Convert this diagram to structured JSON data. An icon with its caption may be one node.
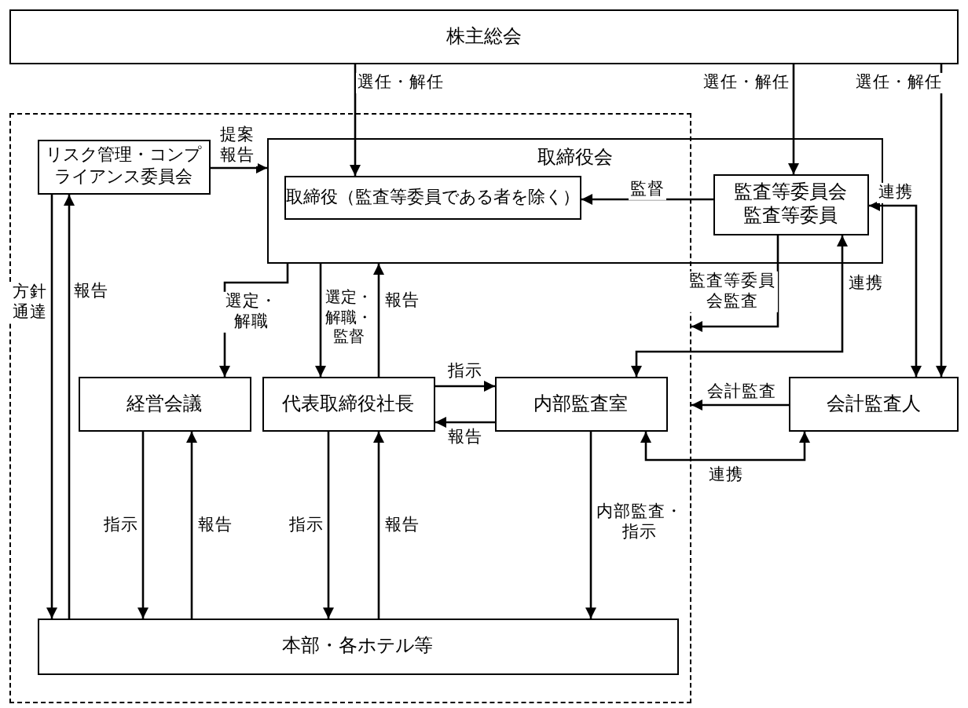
{
  "diagram": {
    "nodes": [
      {
        "text": [
          "株主総会"
        ]
      },
      {
        "text": [],
        "shape": "box"
      },
      {
        "text": [
          "リスク管理・コンプライアンス委員会"
        ],
        "in": 1
      },
      {
        "text": [
          "取締役会"
        ]
      },
      {
        "text": [
          "取締役（監査等委員である者を除く）"
        ]
      },
      {
        "text": [
          "監査等委員会",
          "監査等委員"
        ],
        "in": 3
      },
      {
        "text": [
          "経営会議"
        ],
        "in": 1
      },
      {
        "text": [
          "代表取締役社長"
        ],
        "in": 1
      },
      {
        "text": [
          "内部監査室"
        ],
        "in": 1
      },
      {
        "text": [
          "会計監査人"
        ]
      },
      {
        "text": [
          "本部・各ホテル等"
        ],
        "in": 1
      }
    ],
    "edges": [
      {
        "from": 0,
        "to": 4,
        "arrow": "to",
        "label": "選任・解任"
      },
      {
        "from": 0,
        "to": 5,
        "arrow": "to",
        "label": "選任・解任"
      },
      {
        "from": 0,
        "to": 9,
        "arrow": "to",
        "label": "選任・解任"
      },
      {
        "from": 2,
        "to": 3,
        "arrow": "to",
        "label": "提案報告"
      },
      {
        "from": 5,
        "to": 4,
        "arrow": "to",
        "label": "監督"
      },
      {
        "from": 5,
        "to": 9,
        "arrow": "both",
        "label": "連携"
      },
      {
        "from": 5,
        "to": 8,
        "arrow": "both",
        "label": "連携"
      },
      {
        "from": 5,
        "to": 1,
        "arrow": "to",
        "label": "監査等委員会監査"
      },
      {
        "from": 9,
        "to": 1,
        "arrow": "to",
        "label": "会計監査"
      },
      {
        "from": 8,
        "to": 9,
        "arrow": "both",
        "label": "連携"
      },
      {
        "from": 3,
        "to": 6,
        "arrow": "to",
        "label": "選定・解職"
      },
      {
        "from": 3,
        "to": 7,
        "arrow": "to",
        "label": "選定・解職・監督"
      },
      {
        "from": 7,
        "to": 3,
        "arrow": "to",
        "label": "報告"
      },
      {
        "from": 7,
        "to": 8,
        "arrow": "to",
        "label": "指示"
      },
      {
        "from": 8,
        "to": 7,
        "arrow": "to",
        "label": "報告"
      },
      {
        "from": 6,
        "to": 10,
        "arrow": "to",
        "label": "指示"
      },
      {
        "from": 10,
        "to": 6,
        "arrow": "to",
        "label": "報告"
      },
      {
        "from": 7,
        "to": 10,
        "arrow": "to",
        "label": "指示"
      },
      {
        "from": 10,
        "to": 7,
        "arrow": "to",
        "label": "報告"
      },
      {
        "from": 8,
        "to": 10,
        "arrow": "to",
        "label": "内部監査・指示"
      },
      {
        "from": 2,
        "to": 10,
        "arrow": "to",
        "label": "方針通達"
      },
      {
        "from": 10,
        "to": 2,
        "arrow": "to",
        "label": "報告"
      }
    ]
  }
}
